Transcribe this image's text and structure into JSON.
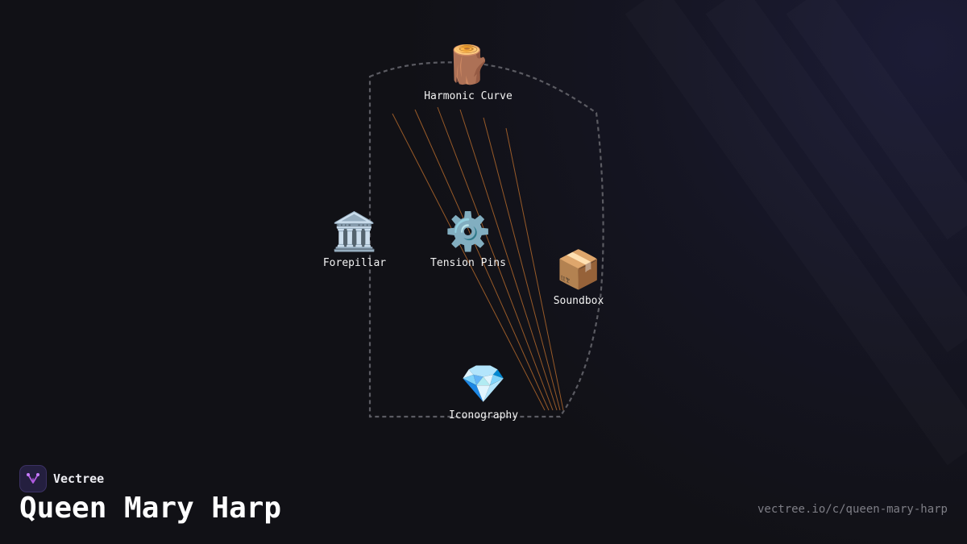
{
  "diagram": {
    "title": "Queen Mary Harp",
    "nodes": [
      {
        "id": "harmonic-curve",
        "label": "Harmonic Curve",
        "icon": "log-icon",
        "glyph": "🪵"
      },
      {
        "id": "forepillar",
        "label": "Forepillar",
        "icon": "classical-building-icon",
        "glyph": "🏛️"
      },
      {
        "id": "tension-pins",
        "label": "Tension Pins",
        "icon": "gear-icon",
        "glyph": "⚙️"
      },
      {
        "id": "soundbox",
        "label": "Soundbox",
        "icon": "package-icon",
        "glyph": "📦"
      },
      {
        "id": "iconography",
        "label": "Iconography",
        "icon": "gem-icon",
        "glyph": "💎"
      }
    ],
    "outline_color": "#5b5b62",
    "string_color": "#b0672c"
  },
  "brand": {
    "name": "Vectree",
    "logo_icon": "vectree-logo-icon",
    "accent": "#b15be0"
  },
  "footer": {
    "url": "vectree.io/c/queen-mary-harp"
  }
}
